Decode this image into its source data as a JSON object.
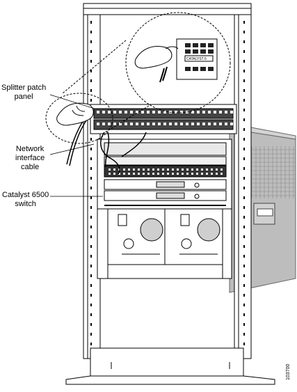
{
  "callouts": {
    "splitter_patch_panel": [
      "Splitter patch",
      "panel"
    ],
    "network_interface_cable": [
      "Network",
      "interface",
      "cable"
    ],
    "catalyst_6500_switch": [
      "Catalyst 6500",
      "switch"
    ]
  },
  "detail_label": "CATALYST 6",
  "figure_code": "103700"
}
